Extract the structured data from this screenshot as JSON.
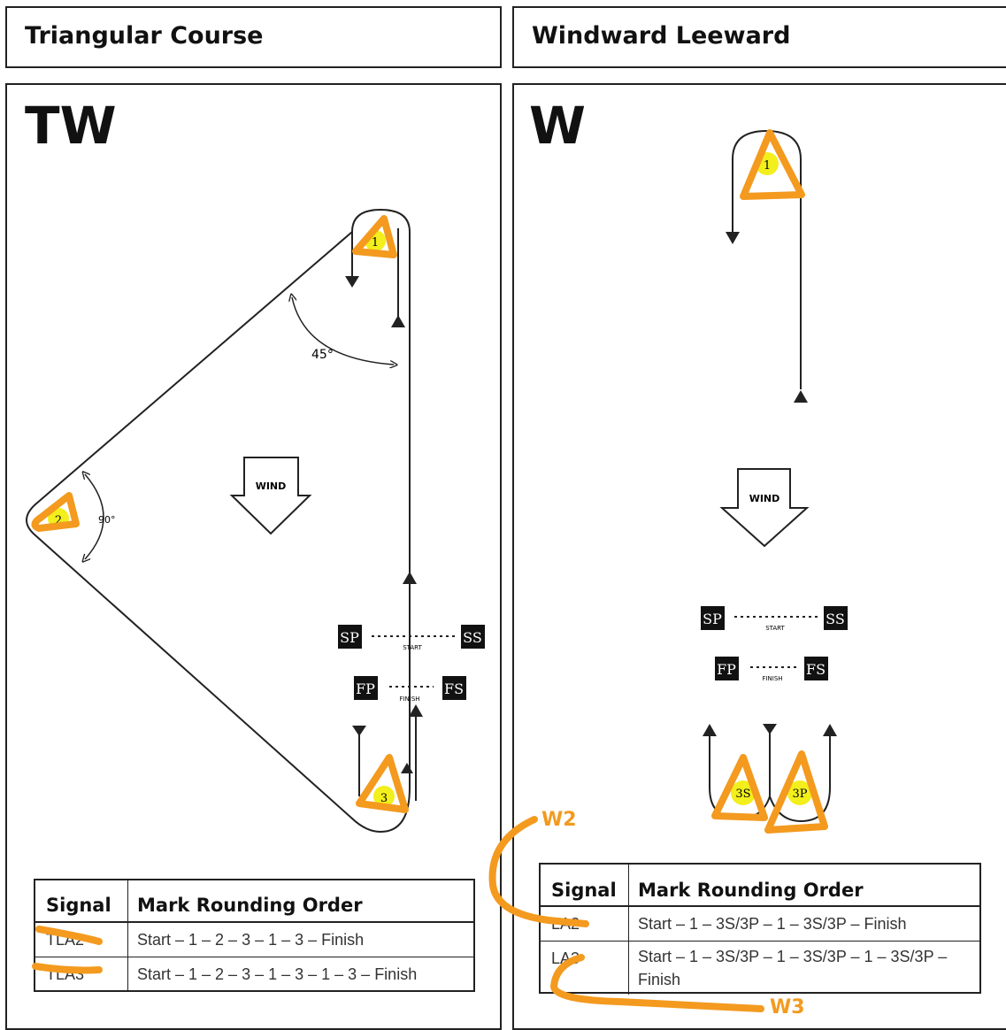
{
  "panels": [
    {
      "header": "Triangular Course",
      "code": "TW",
      "table": {
        "col_signal": "Signal",
        "col_order": "Mark Rounding Order",
        "rows": [
          {
            "signal": "TLA2",
            "order": "Start – 1 – 2 – 3 – 1 – 3 – Finish"
          },
          {
            "signal": "TLA3",
            "order": "Start – 1 – 2 – 3 – 1 – 3 – 1 – 3 – Finish"
          }
        ]
      },
      "marks": [
        "1",
        "2",
        "3"
      ],
      "angles": [
        "45°",
        "90°"
      ],
      "wind_label": "WIND",
      "start_labels": {
        "left": "SP",
        "right": "SS",
        "line": "START"
      },
      "finish_labels": {
        "left": "FP",
        "right": "FS",
        "line": "FINISH"
      }
    },
    {
      "header": "Windward Leeward",
      "code": "W",
      "table": {
        "col_signal": "Signal",
        "col_order": "Mark Rounding Order",
        "rows": [
          {
            "signal": "LA2",
            "order": "Start – 1 – 3S/3P – 1 – 3S/3P – Finish"
          },
          {
            "signal": "LA3",
            "order": "Start – 1 – 3S/3P – 1 – 3S/3P – 1 – 3S/3P – Finish"
          }
        ]
      },
      "marks": [
        "1",
        "3S",
        "3P"
      ],
      "wind_label": "WIND",
      "start_labels": {
        "left": "SP",
        "right": "SS",
        "line": "START"
      },
      "finish_labels": {
        "left": "FP",
        "right": "FS",
        "line": "FINISH"
      }
    }
  ],
  "annotations": {
    "w2": "W2",
    "w3": "W3",
    "color": "#f39a1f"
  },
  "colors": {
    "mark_fill": "#f2ef1c",
    "highlight": "#f39a1f",
    "line": "#222222"
  }
}
